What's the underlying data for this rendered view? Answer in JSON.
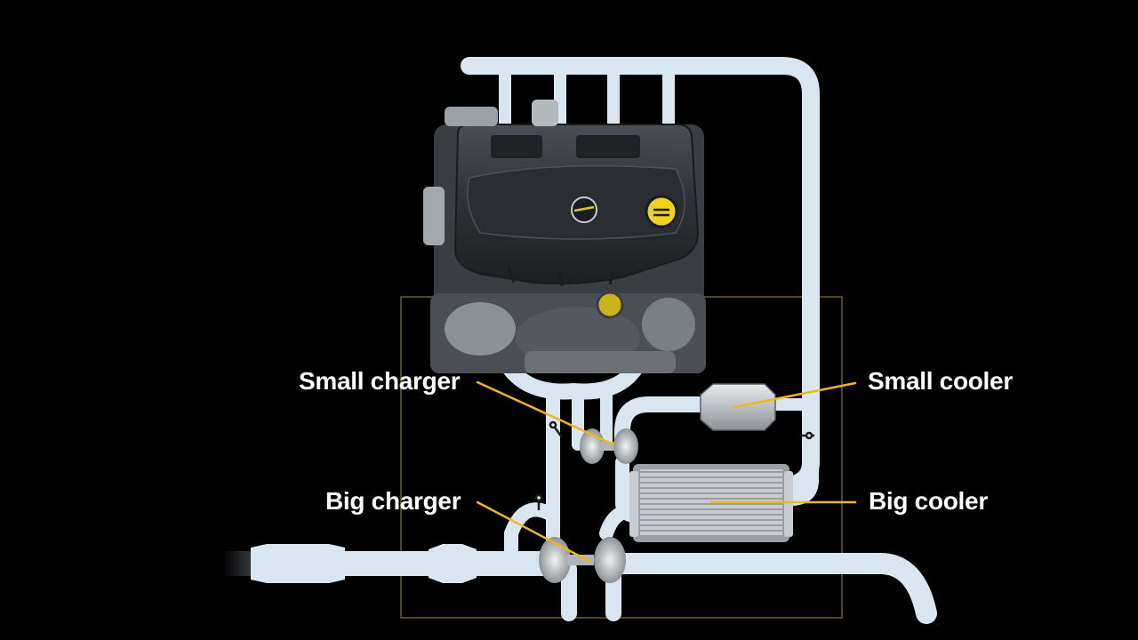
{
  "labels": {
    "small_charger": "Small charger",
    "big_charger": "Big charger",
    "small_cooler": "Small cooler",
    "big_cooler": "Big cooler"
  },
  "colors": {
    "background": "#000000",
    "pipe": "#d9e6ef",
    "leader_line": "#f2b51c",
    "frame": "#6e5c2c",
    "engine_body": "#2e3135",
    "label_text": "#ffffff"
  },
  "icons": {
    "engine": "engine-illustration",
    "oil_cap": "oil-cap-icon",
    "brand_badge": "brand-badge-icon"
  }
}
